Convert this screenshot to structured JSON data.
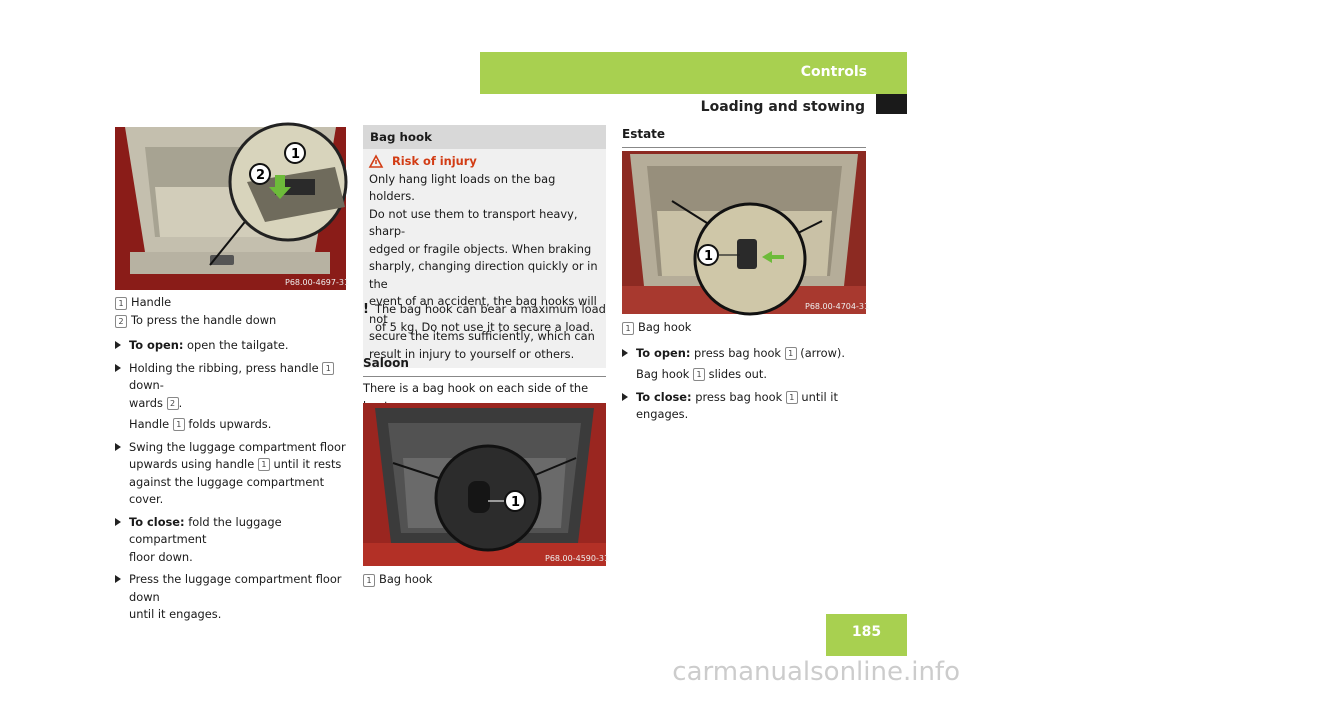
{
  "header": {
    "section": "Controls",
    "title": "Loading and stowing",
    "page_number": "185"
  },
  "col1": {
    "image_code": "P68.00-4697-31",
    "legend": [
      {
        "n": "1",
        "text": "Handle"
      },
      {
        "n": "2",
        "text": "To press the handle down"
      }
    ],
    "steps": {
      "s1_bold": "To open:",
      "s1_text": " open the tailgate.",
      "s2_a": "Holding the ribbing, press handle ",
      "s2_n": "1",
      "s2_b": " down-",
      "s2_c": "wards ",
      "s2_n2": "2",
      "s2_d": ".",
      "s2_e": "Handle ",
      "s2_n3": "1",
      "s2_f": " folds upwards.",
      "s3_a": "Swing the luggage compartment floor",
      "s3_b": "upwards using handle ",
      "s3_n": "1",
      "s3_c": " until it rests",
      "s3_d": "against the luggage compartment cover.",
      "s4_bold": "To close:",
      "s4_text": " fold the luggage compartment",
      "s4_b": "floor down.",
      "s5_a": "Press the luggage compartment floor down",
      "s5_b": "until it engages."
    }
  },
  "col2": {
    "box_title": "Bag hook",
    "risk_label": "Risk of injury",
    "warning_lines": [
      "Only hang light loads on the bag holders.",
      "Do not use them to transport heavy, sharp-",
      "edged or fragile objects. When braking",
      "sharply, changing direction quickly or in the",
      "event of an accident, the bag hooks will not",
      "secure the items sufficiently, which can",
      "result in injury to yourself or others."
    ],
    "note_mark": "!",
    "note_a": "The bag hook can bear a maximum load",
    "note_b": "of 5 kg. Do not use it to secure a load.",
    "saloon_heading": "Saloon",
    "saloon_text": "There is a bag hook on each side of the boot.",
    "image_code": "P68.00-4590-31",
    "legend": [
      {
        "n": "1",
        "text": "Bag hook"
      }
    ]
  },
  "col3": {
    "heading": "Estate",
    "image_code": "P68.00-4704-31",
    "legend": [
      {
        "n": "1",
        "text": "Bag hook"
      }
    ],
    "s1_bold": "To open:",
    "s1_a": " press bag hook ",
    "s1_n": "1",
    "s1_b": " (arrow).",
    "s1_c": "Bag hook ",
    "s1_n2": "1",
    "s1_d": " slides out.",
    "s2_bold": "To close:",
    "s2_a": " press bag hook ",
    "s2_n": "1",
    "s2_b": " until it",
    "s2_c": "engages."
  },
  "watermark": "carmanualsonline.info"
}
